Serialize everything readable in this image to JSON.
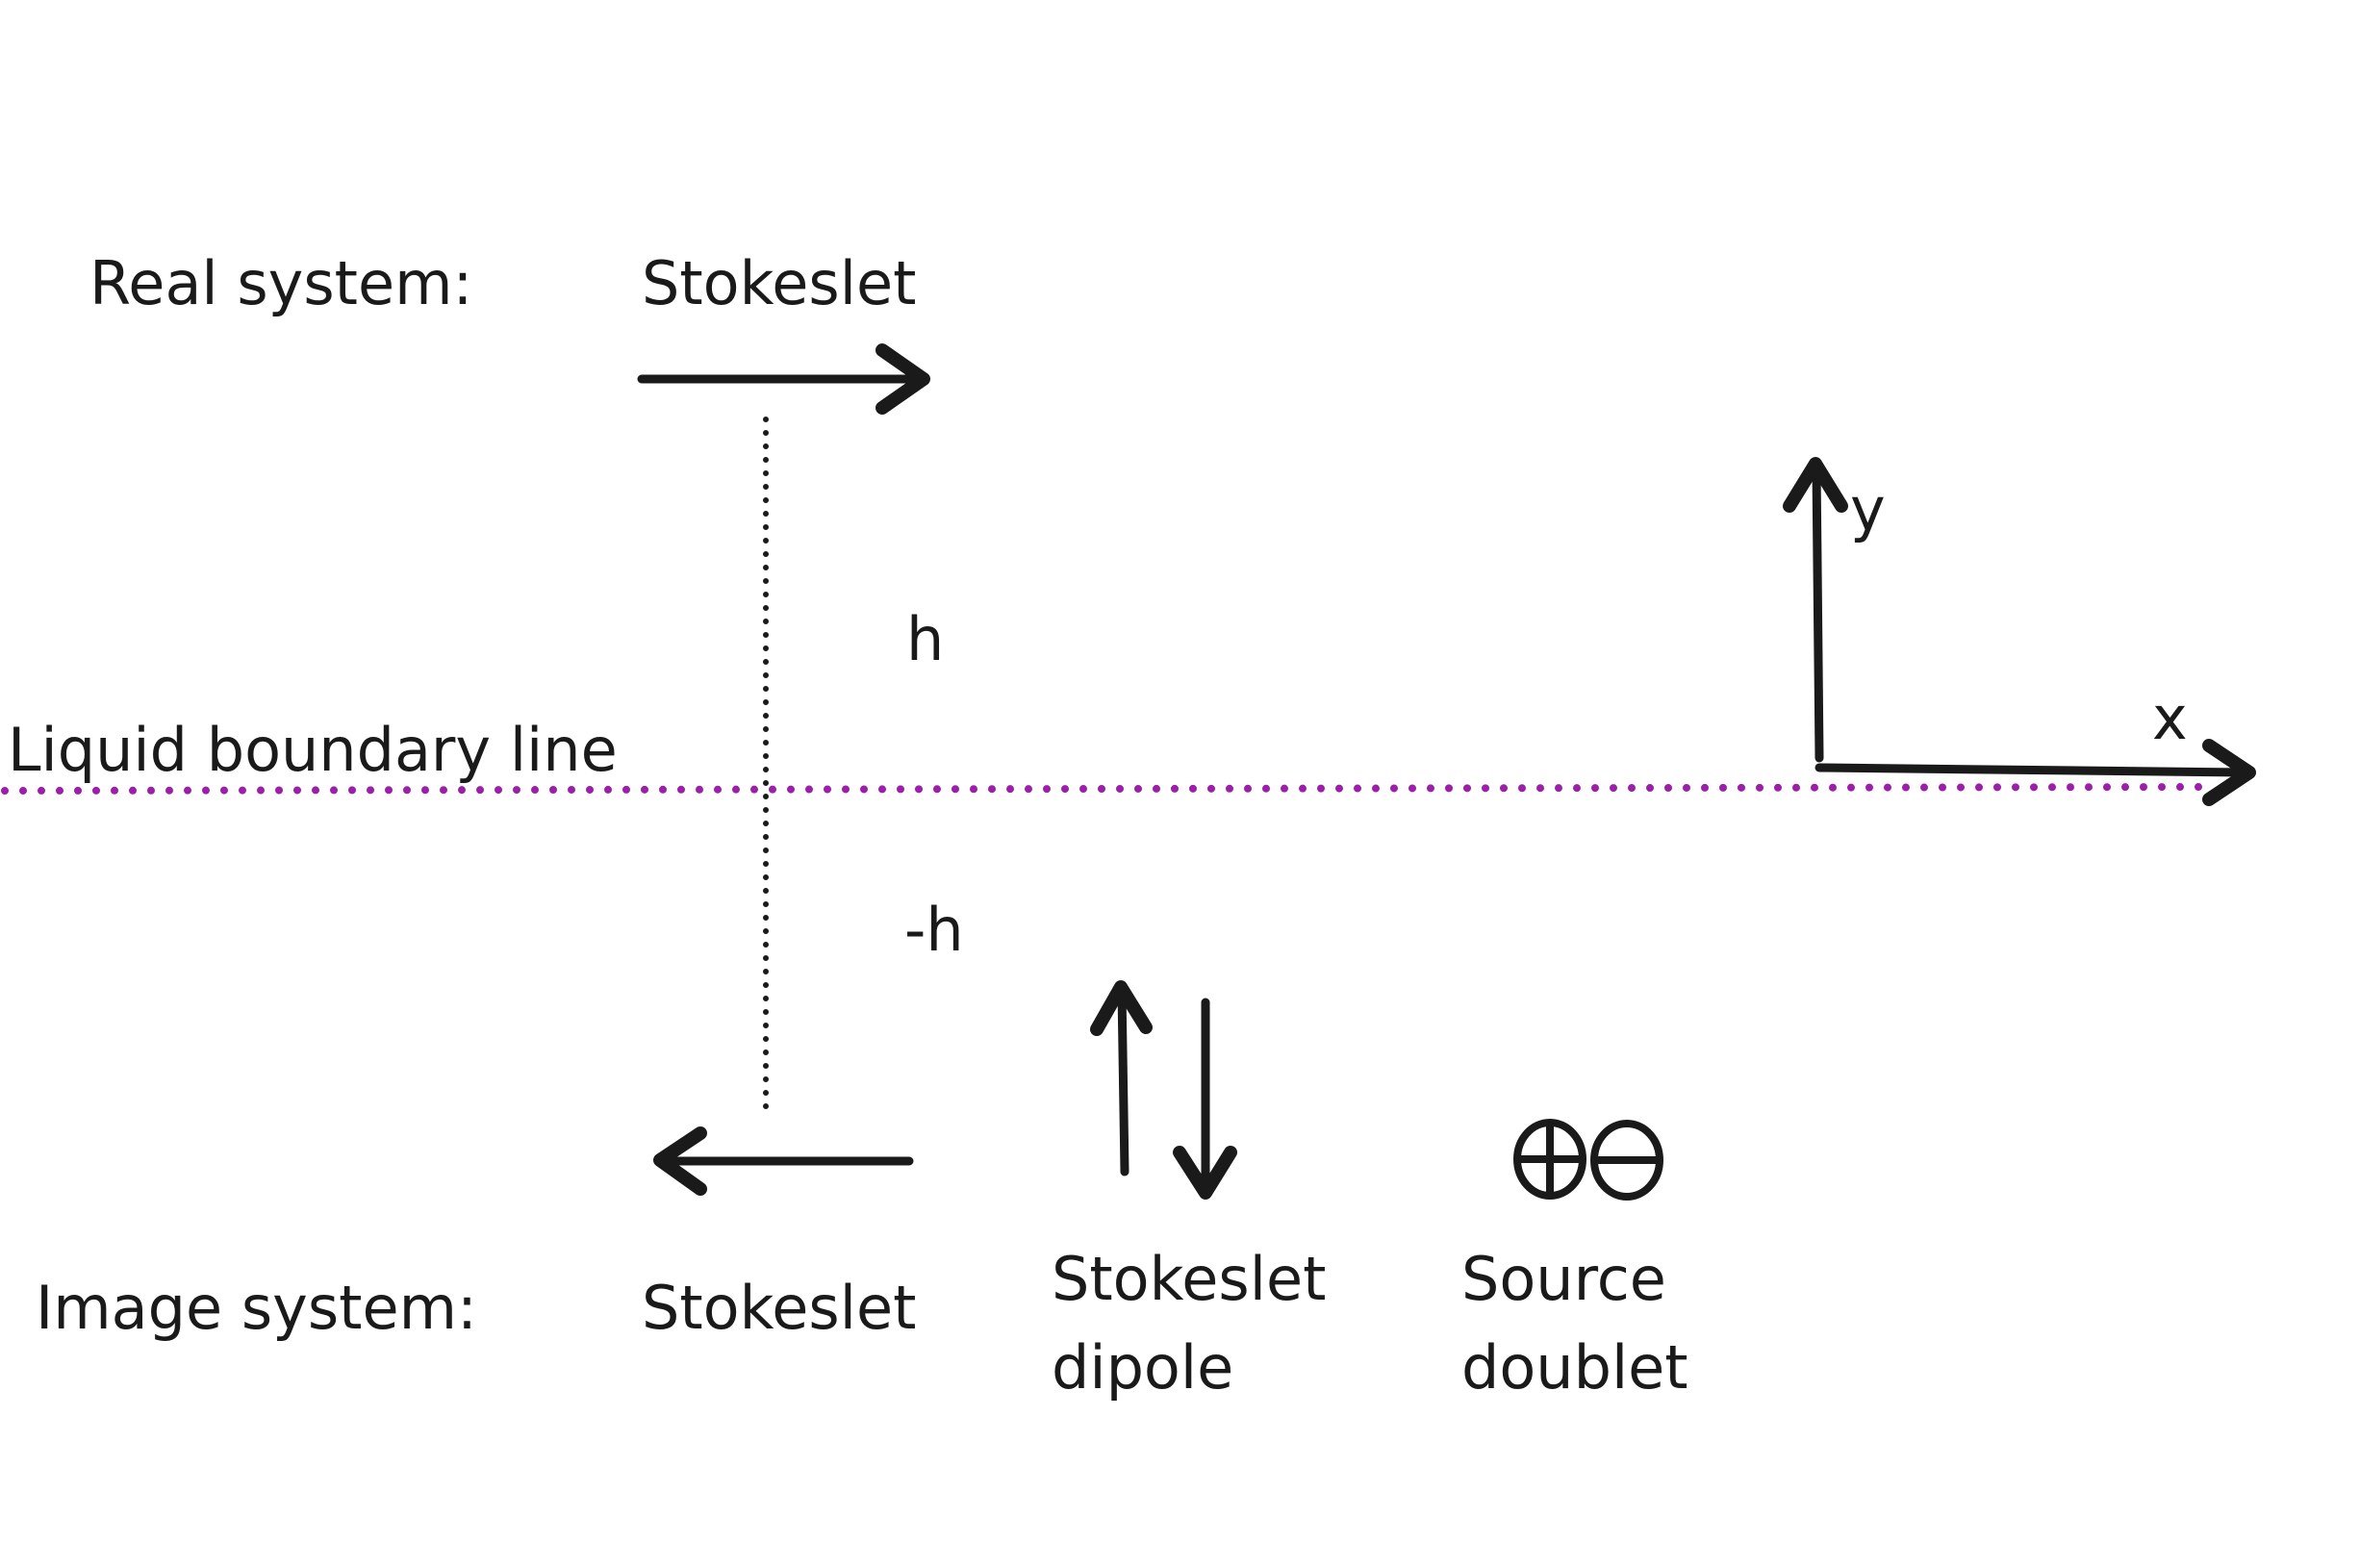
{
  "labels": {
    "real_system": "Real system:",
    "image_system": "Image system:",
    "stokeslet_real": "Stokeslet",
    "stokeslet_image": "Stokeslet",
    "stokeslet_dipole_line1": "Stokeslet",
    "stokeslet_dipole_line2": "dipole",
    "source_doublet_line1": "Source",
    "source_doublet_line2": "doublet",
    "h": "h",
    "neg_h": "-h",
    "boundary": "Liquid boundary line",
    "axis_x": "x",
    "axis_y": "y"
  },
  "colors": {
    "ink": "#1a1a1a",
    "boundary": "#9b1fa8"
  },
  "icons": {
    "source_doublet": "plus-minus-circles",
    "stokeslet_dipole": "opposing-vertical-arrows"
  }
}
